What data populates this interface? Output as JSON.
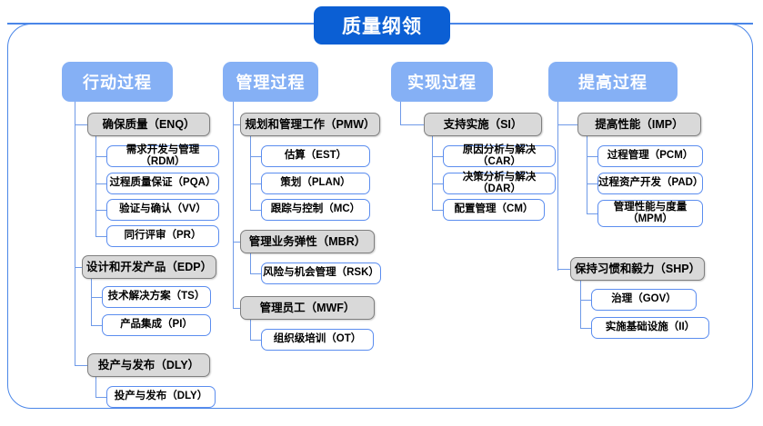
{
  "diagram": {
    "title": "质量纲领",
    "type": "hierarchy-tree",
    "colors": {
      "title_fill": "#0b5fd4",
      "title_text": "#ffffff",
      "column_header_fill": "#85b0f5",
      "column_header_text": "#ffffff",
      "level2_fill": "#d9d9d9",
      "level2_border": "#7f7f7f",
      "level3_fill": "#ffffff",
      "level3_border": "#5b8def",
      "connector": "#6f9ae8",
      "frame_border": "#4a86e8"
    },
    "columns": [
      {
        "header": "行动过程",
        "groups": [
          {
            "label": "确保质量（ENQ）",
            "children": [
              "需求开发与管理（RDM）",
              "过程质量保证（PQA）",
              "验证与确认（VV）",
              "同行评审（PR）"
            ]
          },
          {
            "label": "设计和开发产品（EDP）",
            "children": [
              "技术解决方案（TS）",
              "产品集成（PI）"
            ]
          },
          {
            "label": "投产与发布（DLY）",
            "children": [
              "投产与发布（DLY）"
            ]
          }
        ]
      },
      {
        "header": "管理过程",
        "groups": [
          {
            "label": "规划和管理工作（PMW）",
            "children": [
              "估算（EST）",
              "策划（PLAN）",
              "跟踪与控制（MC）"
            ]
          },
          {
            "label": "管理业务弹性（MBR）",
            "children": [
              "风险与机会管理（RSK）"
            ]
          },
          {
            "label": "管理员工（MWF）",
            "children": [
              "组织级培训（OT）"
            ]
          }
        ]
      },
      {
        "header": "实现过程",
        "groups": [
          {
            "label": "支持实施（SI）",
            "children": [
              "原因分析与解决（CAR）",
              "决策分析与解决（DAR）",
              "配置管理（CM）"
            ]
          }
        ]
      },
      {
        "header": "提高过程",
        "groups": [
          {
            "label": "提高性能（IMP）",
            "children": [
              "过程管理（PCM）",
              "过程资产开发（PAD）",
              "管理性能与度量\n（MPM）"
            ]
          },
          {
            "label": "保持习惯和毅力（SHP）",
            "children": [
              "治理（GOV）",
              "实施基础设施（II）"
            ]
          }
        ]
      }
    ]
  }
}
